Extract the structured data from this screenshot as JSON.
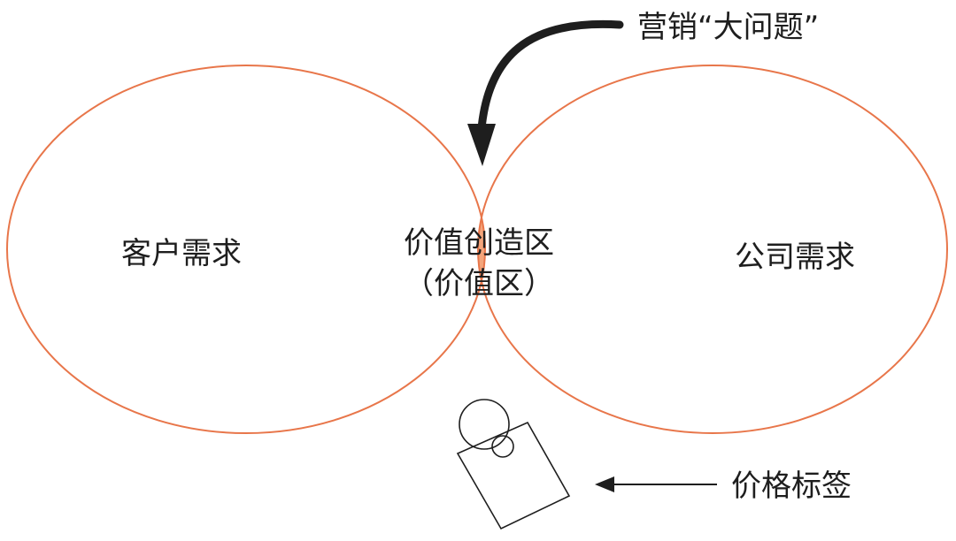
{
  "diagram": {
    "callout_top": "营销“大问题”",
    "left_label": "客户需求",
    "center_label_line1": "价值创造区",
    "center_label_line2": "（价值区）",
    "right_label": "公司需求",
    "callout_bottom": "价格标签"
  },
  "colors": {
    "ellipse_stroke": "#e8764a",
    "overlap_fill": "#f4a57b",
    "ink": "#1e1e1e"
  }
}
